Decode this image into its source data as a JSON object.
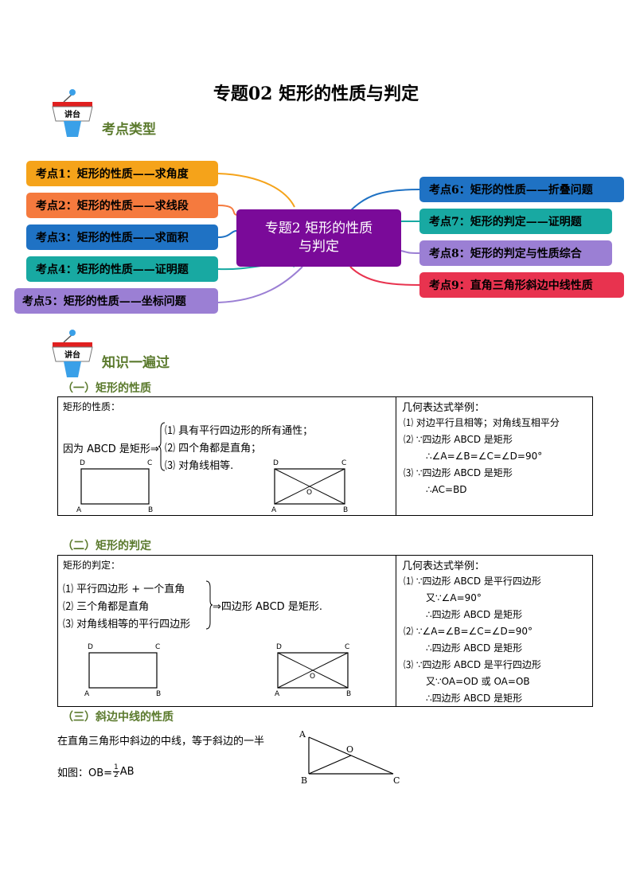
{
  "title": "专题02 矩形的性质与判定",
  "podium_label": "讲台",
  "section1": "考点类型",
  "section2": "知识一遍过",
  "center": {
    "line1": "专题2 矩形的性质",
    "line2": "与判定"
  },
  "left_nodes": [
    {
      "label": "考点1：矩形的性质——求角度",
      "color": "#f5a31a"
    },
    {
      "label": "考点2：矩形的性质——求线段",
      "color": "#f57a3e"
    },
    {
      "label": "考点3：矩形的性质——求面积",
      "color": "#1f72c4"
    },
    {
      "label": "考点4：矩形的性质——证明题",
      "color": "#18a9a2"
    },
    {
      "label": "考点5：矩形的性质——坐标问题",
      "color": "#9b7fd4"
    }
  ],
  "right_nodes": [
    {
      "label": "考点6：矩形的性质——折叠问题",
      "color": "#1f72c4"
    },
    {
      "label": "考点7：矩形的判定——证明题",
      "color": "#18a9a2"
    },
    {
      "label": "考点8：矩形的判定与性质综合",
      "color": "#9b7fd4"
    },
    {
      "label": "考点9：直角三角形斜边中线性质",
      "color": "#e8334f"
    }
  ],
  "part1": {
    "heading": "（一）矩形的性质",
    "left_title": "矩形的性质：",
    "because": "因为 ABCD 是矩形⇒",
    "items": [
      "⑴ 具有平行四边形的所有通性；",
      "⑵ 四个角都是直角；",
      "⑶ 对角线相等."
    ],
    "right_title": "几何表达式举例：",
    "right_lines": [
      "⑴ 对边平行且相等；对角线互相平分",
      "⑵ ∵四边形 ABCD 是矩形",
      "∴∠A=∠B=∠C=∠D=90°",
      "⑶ ∵四边形 ABCD 是矩形",
      "∴AC=BD"
    ]
  },
  "part2": {
    "heading": "（二）矩形的判定",
    "left_title": "矩形的判定：",
    "items": [
      "⑴ 平行四边形 + 一个直角",
      "⑵ 三个角都是直角",
      "⑶ 对角线相等的平行四边形"
    ],
    "conclusion": "⇒四边形 ABCD 是矩形.",
    "right_title": "几何表达式举例：",
    "right_lines": [
      "⑴ ∵四边形 ABCD 是平行四边形",
      "又∵∠A=90°",
      "∴四边形 ABCD 是矩形",
      "⑵ ∵∠A=∠B=∠C=∠D=90°",
      "∴四边形 ABCD 是矩形",
      "⑶ ∵四边形 ABCD 是平行四边形",
      "又∵OA=OD 或 OA=OB",
      "∴四边形 ABCD 是矩形"
    ]
  },
  "part3": {
    "heading": "（三）斜边中线的性质",
    "statement": "在直角三角形中斜边的中线，等于斜边的一半",
    "example_prefix": "如图：OB=",
    "frac_num": "1",
    "frac_den": "2",
    "example_suffix": "AB"
  },
  "labels": {
    "A": "A",
    "B": "B",
    "C": "C",
    "D": "D",
    "O": "O"
  }
}
